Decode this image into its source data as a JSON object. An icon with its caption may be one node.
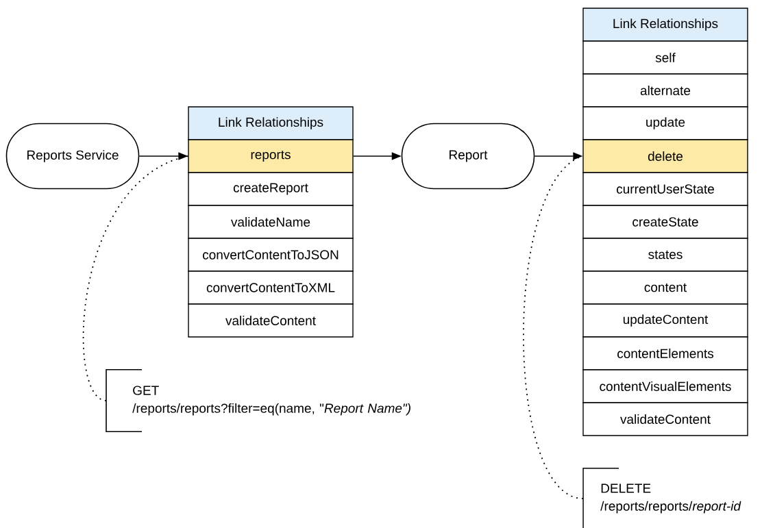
{
  "diagram": {
    "nodes": [
      {
        "text": [
          "Reports Service"
        ]
      },
      {
        "text": [
          "Link Relationships"
        ]
      },
      {
        "text": [
          "reports"
        ]
      },
      {
        "text": [
          "createReport"
        ]
      },
      {
        "text": [
          "validateName"
        ]
      },
      {
        "text": [
          "convertContentToJSON"
        ]
      },
      {
        "text": [
          "convertContentToXML"
        ]
      },
      {
        "text": [
          "validateContent"
        ]
      },
      {
        "text": [
          "Report"
        ]
      },
      {
        "text": [
          "Link Relationships"
        ]
      },
      {
        "text": [
          "self"
        ]
      },
      {
        "text": [
          "alternate"
        ]
      },
      {
        "text": [
          "update"
        ]
      },
      {
        "text": [
          "delete"
        ]
      },
      {
        "text": [
          "currentUserState"
        ]
      },
      {
        "text": [
          "createState"
        ]
      },
      {
        "text": [
          "states"
        ]
      },
      {
        "text": [
          "content"
        ]
      },
      {
        "text": [
          "updateContent"
        ]
      },
      {
        "text": [
          "contentElements"
        ]
      },
      {
        "text": [
          "contentVisualElements"
        ]
      },
      {
        "text": [
          "validateContent"
        ]
      },
      {
        "text": [
          "GET",
          "/reports/reports?filter=eq(name, \"*Report Name\")*"
        ]
      },
      {
        "text": [
          "DELETE",
          "/reports/reports/*report-id*"
        ]
      }
    ],
    "edges": [
      {
        "from": 0,
        "to": 2,
        "arrow": "to"
      },
      {
        "from": 2,
        "to": 8,
        "arrow": "to"
      },
      {
        "from": 8,
        "to": 13,
        "arrow": "to"
      },
      {
        "from": 22,
        "to": 2,
        "arrow": "none",
        "style": "dashed"
      },
      {
        "from": 23,
        "to": 13,
        "arrow": "none",
        "style": "dashed"
      }
    ]
  }
}
